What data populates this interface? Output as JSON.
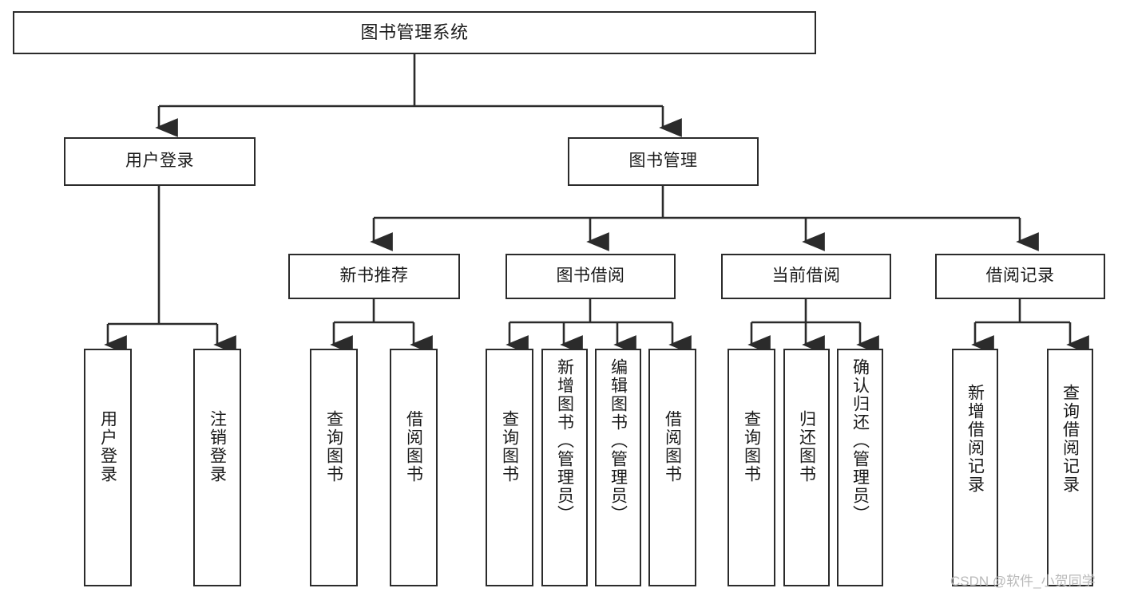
{
  "diagram": {
    "type": "tree",
    "title": "图书管理系统",
    "background_color": "#ffffff",
    "line_color": "#2b2b2b",
    "text_color": "#1a1a1a",
    "nodes": {
      "root": {
        "label": "图书管理系统"
      },
      "level2": [
        {
          "id": "user-login",
          "label": "用户登录"
        },
        {
          "id": "book-manage",
          "label": "图书管理"
        }
      ],
      "level3": [
        {
          "id": "new-book-rec",
          "label": "新书推荐"
        },
        {
          "id": "book-borrow",
          "label": "图书借阅"
        },
        {
          "id": "current-borrow",
          "label": "当前借阅"
        },
        {
          "id": "borrow-record",
          "label": "借阅记录"
        }
      ],
      "leaves": [
        {
          "id": "leaf-user-login",
          "label": "用户登录",
          "parent": "用户登录"
        },
        {
          "id": "leaf-logout-login",
          "label": "注销登录",
          "parent": "用户登录"
        },
        {
          "id": "leaf-query-book-1",
          "label": "查询图书",
          "parent": "新书推荐"
        },
        {
          "id": "leaf-borrow-book-1",
          "label": "借阅图书",
          "parent": "新书推荐"
        },
        {
          "id": "leaf-query-book-2",
          "label": "查询图书",
          "parent": "图书借阅"
        },
        {
          "id": "leaf-add-book",
          "label": "新增图书（管理员）",
          "parent": "图书借阅"
        },
        {
          "id": "leaf-edit-book",
          "label": "编辑图书（管理员）",
          "parent": "图书借阅"
        },
        {
          "id": "leaf-borrow-book-2",
          "label": "借阅图书",
          "parent": "图书借阅"
        },
        {
          "id": "leaf-query-book-3",
          "label": "查询图书",
          "parent": "当前借阅"
        },
        {
          "id": "leaf-return-book",
          "label": "归还图书",
          "parent": "当前借阅"
        },
        {
          "id": "leaf-confirm-return",
          "label": "确认归还（管理员）",
          "parent": "当前借阅"
        },
        {
          "id": "leaf-add-record",
          "label": "新增借阅记录",
          "parent": "借阅记录"
        },
        {
          "id": "leaf-query-record",
          "label": "查询借阅记录",
          "parent": "借阅记录"
        }
      ]
    },
    "watermark": "CSDN @软件_小贺同学"
  }
}
